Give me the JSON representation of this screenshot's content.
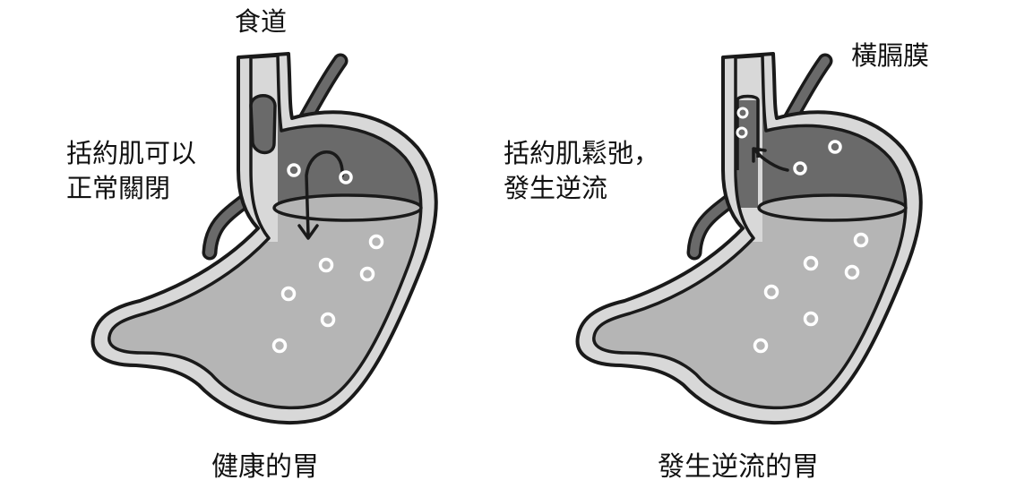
{
  "colors": {
    "outline": "#1a1a1a",
    "wall": "#d8d8d8",
    "gas": "#6a6a6a",
    "liquid": "#b5b5b5",
    "bubble": "#ffffff",
    "background": "#ffffff"
  },
  "healthy": {
    "esophagus_label": "食道",
    "sphincter_label_line1": "括約肌可以",
    "sphincter_label_line2": "正常關閉",
    "caption": "健康的胃"
  },
  "reflux": {
    "diaphragm_label": "橫膈膜",
    "sphincter_label_line1": "括約肌鬆弛，",
    "sphincter_label_line2": "發生逆流",
    "caption": "發生逆流的胃"
  }
}
